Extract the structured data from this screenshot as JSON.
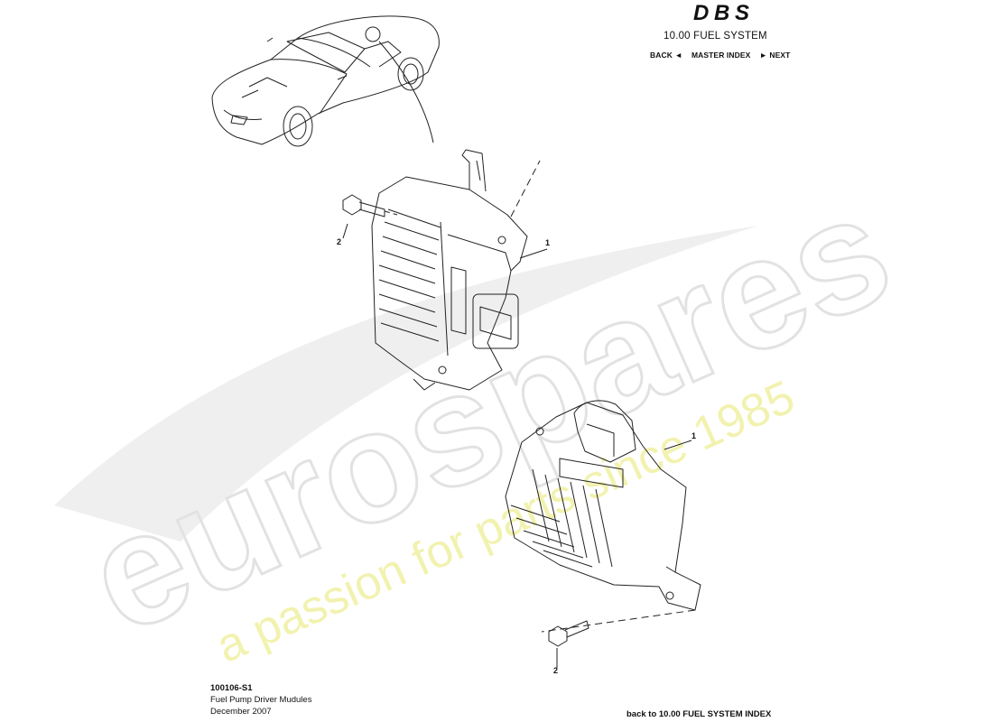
{
  "header": {
    "logo_text": "DBS",
    "section_title": "10.00 FUEL SYSTEM",
    "nav": {
      "back": "BACK",
      "back_arrow": "◄",
      "master_index": "MASTER INDEX",
      "next_arrow": "►",
      "next": "NEXT"
    }
  },
  "callouts": [
    {
      "id": "callout-1-upper",
      "label": "1"
    },
    {
      "id": "callout-2-upper",
      "label": "2"
    },
    {
      "id": "callout-1-lower",
      "label": "1"
    },
    {
      "id": "callout-2-lower",
      "label": "2"
    }
  ],
  "watermark": {
    "brand": "eurospares",
    "tagline": "a passion for parts since 1985"
  },
  "footer": {
    "code": "100106-S1",
    "title": "Fuel Pump Driver Mudules",
    "date": "December 2007",
    "back_link": "back to 10.00 FUEL SYSTEM INDEX"
  },
  "colors": {
    "watermark_gray": "#e6e6e6",
    "watermark_yellow": "#f1f1a8",
    "line": "#222222"
  }
}
